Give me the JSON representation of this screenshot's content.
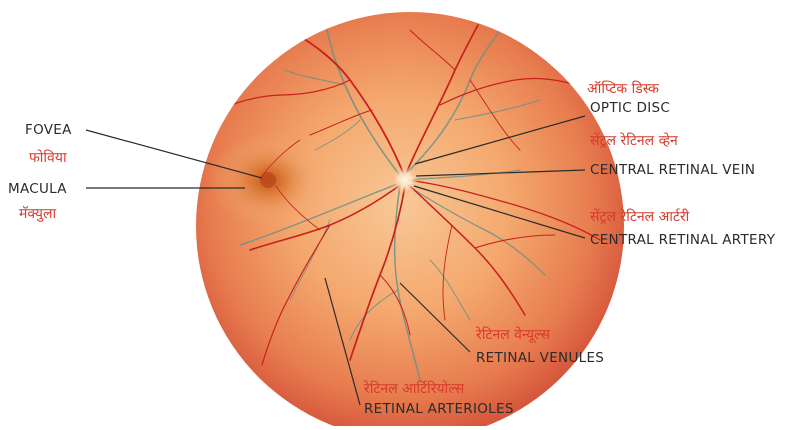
{
  "labels": {
    "fovea": {
      "en": "FOVEA",
      "hi": "फोविया"
    },
    "macula": {
      "en": "MACULA",
      "hi": "मॅक्युला"
    },
    "optic_disc": {
      "en": "OPTIC DISC",
      "hi": "ऑप्टिक डिस्क"
    },
    "central_retinal_vein": {
      "en": "CENTRAL RETINAL VEIN",
      "hi": "सेंट्रल रेटिनल व्हेन"
    },
    "central_retinal_artery": {
      "en": "CENTRAL RETINAL ARTERY",
      "hi": "सेंट्रल रेटिनल आर्टरी"
    },
    "retinal_venules": {
      "en": "RETINAL VENULES",
      "hi": "रेटिनल वेन्यूल्स"
    },
    "retinal_arterioles": {
      "en": "RETINAL ARTERIOLES",
      "hi": "रेटिनल आर्टिरियोल्स"
    }
  },
  "colors": {
    "retina_edge": "#d8553a",
    "retina_center": "#f7b07a",
    "artery": "#c8201c",
    "vein": "#6f8f86",
    "hindi_text": "#d83a2a",
    "english_text": "#2b2b2b",
    "leader_line": "#2b2b2b"
  }
}
